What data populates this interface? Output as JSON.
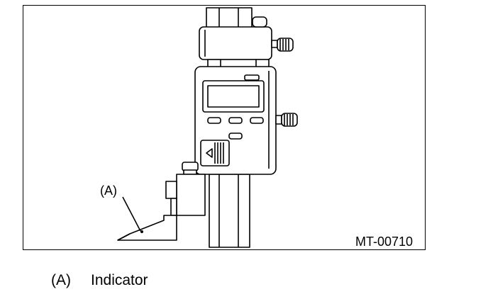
{
  "figure": {
    "callout_label": "(A)",
    "figure_id": "MT-00710"
  },
  "legend": {
    "items": [
      {
        "ref": "(A)",
        "text": "Indicator"
      }
    ]
  }
}
